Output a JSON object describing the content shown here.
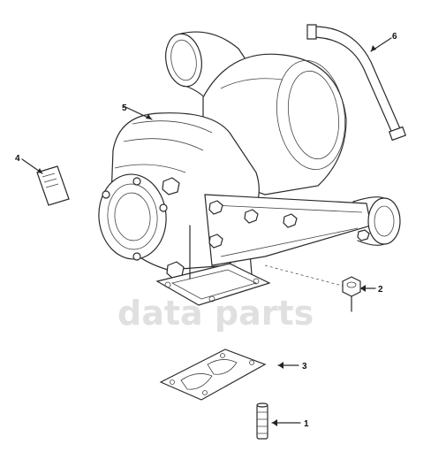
{
  "watermark": {
    "text": "data parts"
  },
  "callouts": [
    {
      "id": "1",
      "label": "1"
    },
    {
      "id": "2",
      "label": "2"
    },
    {
      "id": "3",
      "label": "3"
    },
    {
      "id": "4",
      "label": "4"
    },
    {
      "id": "5",
      "label": "5"
    },
    {
      "id": "6",
      "label": "6"
    }
  ]
}
